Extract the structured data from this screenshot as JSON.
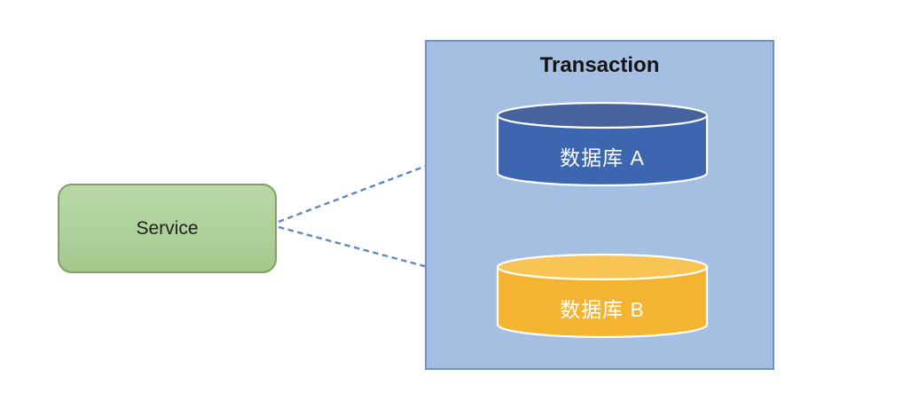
{
  "diagram": {
    "title": "Transaction",
    "service": {
      "label": "Service"
    },
    "transaction": {
      "title": "Transaction"
    },
    "databases": [
      {
        "label": "数据库 A",
        "body_color": "#3c66b0",
        "top_color": "#46639e"
      },
      {
        "label": "数据库 B",
        "body_color": "#f5b42f",
        "top_color": "#f8c554"
      }
    ],
    "arrows": [
      {
        "name": "service-to-database-a"
      },
      {
        "name": "service-to-database-b"
      }
    ],
    "colors": {
      "service_fill": "#aed09a",
      "service_border": "#7ea15f",
      "transaction_fill": "#a5bfe2",
      "transaction_border": "#6f94c4",
      "arrow": "#5f88c3",
      "db_label": "#ffffff",
      "background": "#ffffff"
    }
  }
}
